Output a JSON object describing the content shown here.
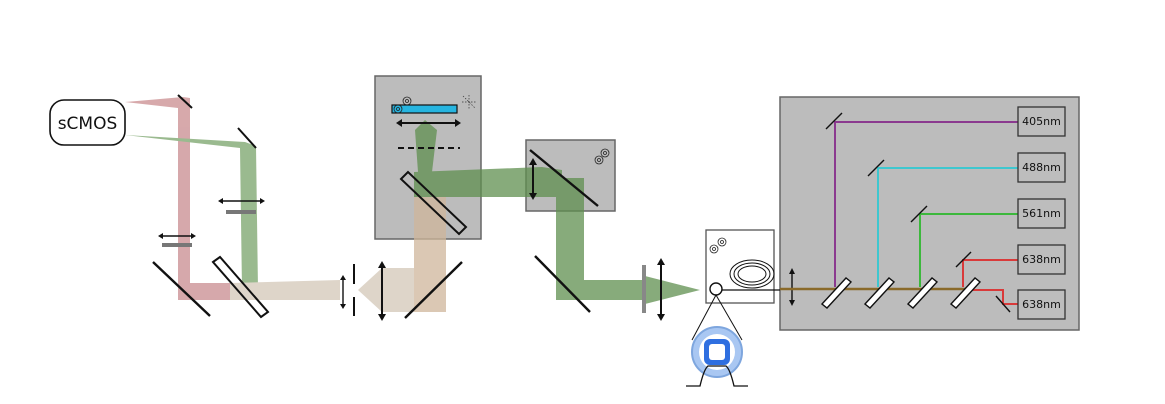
{
  "camera": {
    "label": "sCMOS"
  },
  "lasers": [
    {
      "label": "405nm",
      "color": "#8b3a8f"
    },
    {
      "label": "488nm",
      "color": "#3ec7cf"
    },
    {
      "label": "561nm",
      "color": "#3cb83c"
    },
    {
      "label": "638nm",
      "color": "#d93a3a"
    },
    {
      "label": "638nm",
      "color": "#d93a3a"
    }
  ],
  "colors": {
    "red_beam": "#c98c8f",
    "green_beam": "#79a36a",
    "mixed_beam": "#d3c7b8",
    "module_box": "#bcbcbc",
    "blue_element": "#27b5e0",
    "fiber_end": "#2f6fe0",
    "fiber_ring": "#a9c7f2"
  }
}
